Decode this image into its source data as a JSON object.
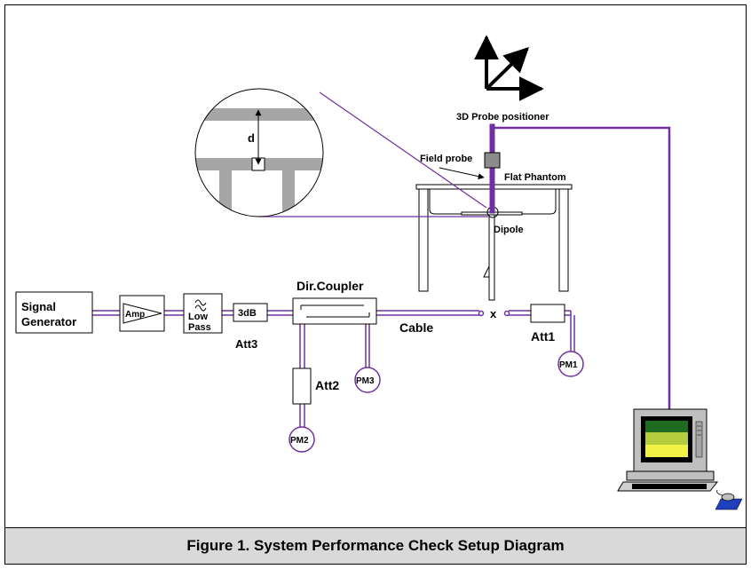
{
  "caption": "Figure 1. System Performance Check Setup Diagram",
  "labels": {
    "signal_generator_line1": "Signal",
    "signal_generator_line2": "Generator",
    "amp": "Amp",
    "low_pass_line1": "Low",
    "low_pass_line2": "Pass",
    "att_3db": "3dB",
    "att3": "Att3",
    "dir_coupler": "Dir.Coupler",
    "cable": "Cable",
    "connector_x": "x",
    "att1": "Att1",
    "att2": "Att2",
    "pm1": "PM1",
    "pm2": "PM2",
    "pm3": "PM3",
    "probe_positioner": "3D Probe positioner",
    "field_probe": "Field probe",
    "flat_phantom": "Flat Phantom",
    "dipole": "Dipole",
    "distance_d": "d"
  },
  "colors": {
    "signal_line": "#7030a0",
    "device_fill": "#ffffff",
    "caption_bg": "#d9d9d9",
    "probe_block": "#8c8c8c",
    "gray_shade": "#a6a6a6"
  },
  "icons": [
    "axes-3d-icon",
    "computer-icon",
    "mouse-icon",
    "low-pass-filter-icon",
    "amplifier-triangle-icon"
  ]
}
